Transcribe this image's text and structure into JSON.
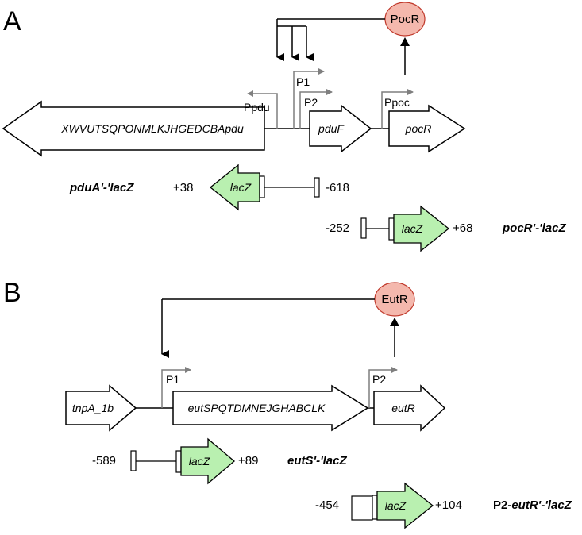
{
  "panel_a": {
    "label": "A",
    "regulator": "PocR",
    "promoters": {
      "ppdu": "Ppdu",
      "p1": "P1",
      "p2": "P2",
      "ppoc": "Ppoc"
    },
    "genes": {
      "operon": "XWVUTSQPONMLKJHGEDCBApdu",
      "pduF": "pduF",
      "pocR": "pocR"
    },
    "fusions": {
      "pduA": {
        "name_italic": "pduA'-'lacZ",
        "reporter": "lacZ",
        "left_coord": "+38",
        "right_coord": "-618"
      },
      "pocR": {
        "name_italic": "pocR'-'lacZ",
        "reporter": "lacZ",
        "left_coord": "-252",
        "right_coord": "+68"
      }
    },
    "colors": {
      "regulator_fill": "#f4b8ad",
      "regulator_stroke": "#c0392b",
      "reporter_fill": "#b9f0b0",
      "promoter_arrow": "#7f7f7f"
    }
  },
  "panel_b": {
    "label": "B",
    "regulator": "EutR",
    "promoters": {
      "p1": "P1",
      "p2": "P2"
    },
    "genes": {
      "tnpA": "tnpA_1b",
      "operon": "eutSPQTDMNEJGHABCLK",
      "eutR": "eutR"
    },
    "fusions": {
      "eutS": {
        "name_italic": "eutS'-'lacZ",
        "reporter": "lacZ",
        "left_coord": "-589",
        "right_coord": "+89"
      },
      "eutR": {
        "name_prefix": "P2-",
        "name_italic": "eutR'-'lacZ",
        "reporter": "lacZ",
        "left_coord": "-454",
        "right_coord": "+104"
      }
    }
  }
}
